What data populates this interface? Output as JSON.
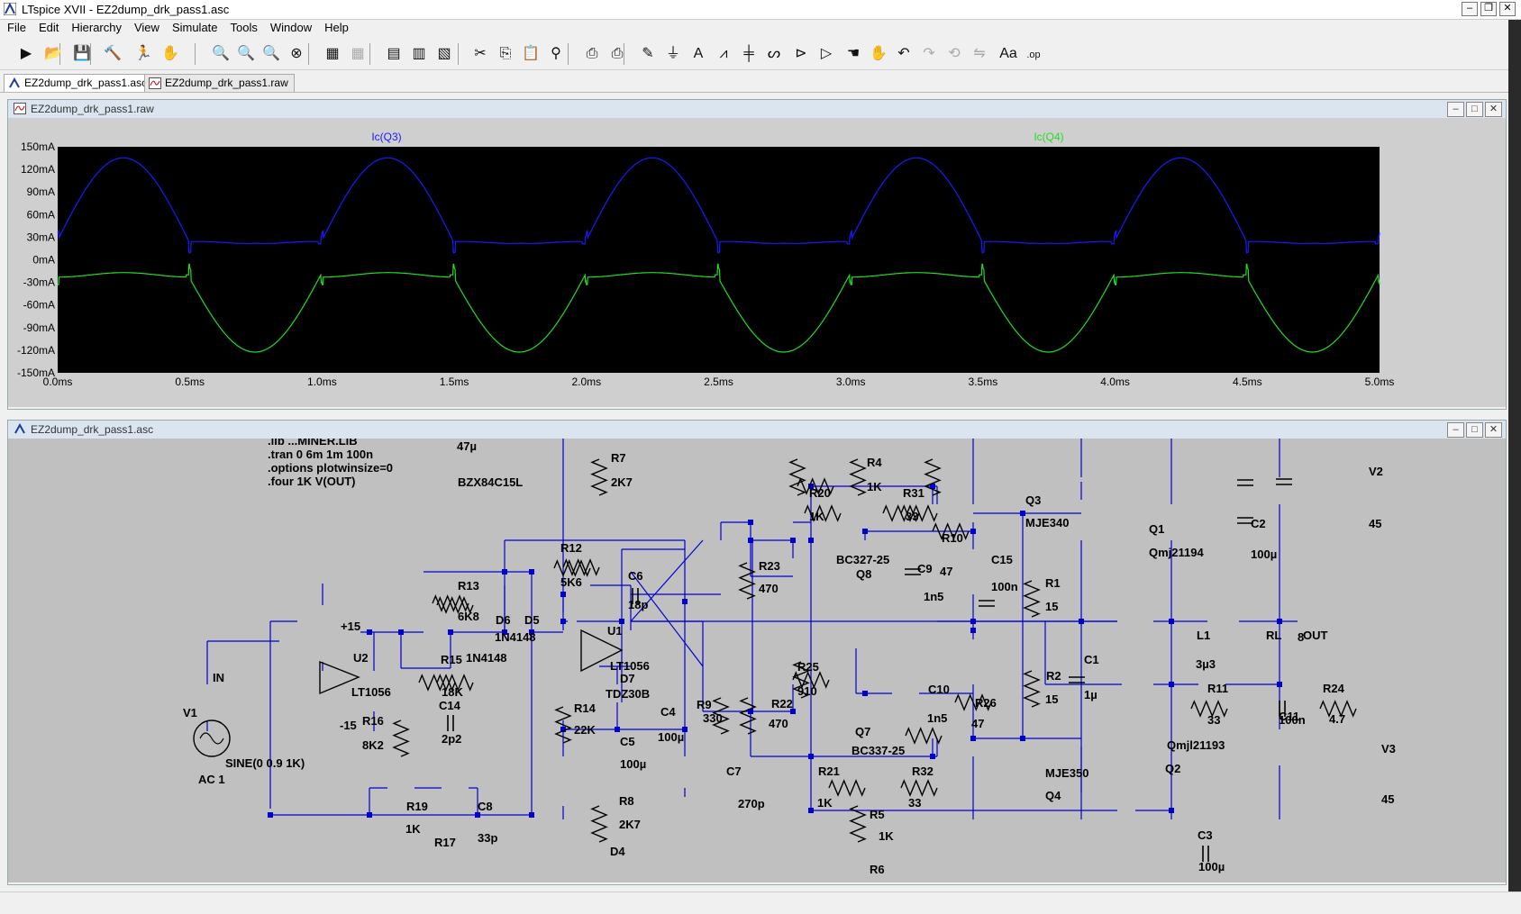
{
  "window": {
    "title": "LTspice XVII - EZ2dump_drk_pass1.asc"
  },
  "menu": [
    "File",
    "Edit",
    "Hierarchy",
    "View",
    "Simulate",
    "Tools",
    "Window",
    "Help"
  ],
  "toolbar_icons": [
    "run-icon",
    "open-icon",
    "save-icon",
    "control-panel-icon",
    "run-arrow-icon",
    "pan-hand-icon",
    "zoom-in-icon",
    "zoom-area-icon",
    "zoom-out-icon",
    "zoom-cancel-icon",
    "autorange-icon",
    "autorange-dim-icon",
    "tile-horizontal-icon",
    "cascade-icon",
    "tile-vertical-icon",
    "cut-icon",
    "copy-icon",
    "paste-icon",
    "find-icon",
    "print-icon",
    "print-setup-icon",
    "draw-wire-icon",
    "ground-icon",
    "label-net-icon",
    "resistor-icon",
    "capacitor-icon",
    "inductor-icon",
    "diode-icon",
    "component-icon",
    "move-icon",
    "drag-icon",
    "undo-icon",
    "redo-icon",
    "rotate-icon",
    "mirror-icon",
    "text-icon",
    "spice-directive-icon"
  ],
  "tabs": [
    {
      "label": "EZ2dump_drk_pass1.asc",
      "active": true
    },
    {
      "label": "EZ2dump_drk_pass1.raw",
      "active": false
    }
  ],
  "plot_window": {
    "title": "EZ2dump_drk_pass1.raw"
  },
  "schematic_window": {
    "title": "EZ2dump_drk_pass1.asc"
  },
  "colors": {
    "trace_q3": "#1a1aff",
    "trace_q4": "#22dd22",
    "plot_bg": "#000000",
    "wire": "#0000d0",
    "schem_bg": "#c0c0c0"
  },
  "chart_data": {
    "type": "line",
    "x_ticks": [
      "0.0ms",
      "0.5ms",
      "1.0ms",
      "1.5ms",
      "2.0ms",
      "2.5ms",
      "3.0ms",
      "3.5ms",
      "4.0ms",
      "4.5ms",
      "5.0ms"
    ],
    "y_ticks": [
      "150mA",
      "120mA",
      "90mA",
      "60mA",
      "30mA",
      "0mA",
      "-30mA",
      "-60mA",
      "-90mA",
      "-120mA",
      "-150mA"
    ],
    "xlim_ms": [
      0,
      5
    ],
    "ylim_mA": [
      -150,
      150
    ],
    "grid": false,
    "series": [
      {
        "name": "Ic(Q3)",
        "color": "#1a1aff",
        "period_ms": 1,
        "shape": "half-sine + bias",
        "peak_mA": 135,
        "valley_mA": 22,
        "peak_at_ms": 0.25,
        "step_at_ms": 0.5
      },
      {
        "name": "Ic(Q4)",
        "color": "#22dd22",
        "period_ms": 1,
        "shape": "inverted half-sine + bias",
        "peak_mA": -120,
        "valley_mA": -17,
        "peak_at_ms": 0.75,
        "step_at_ms": 0.5
      }
    ]
  },
  "schematic": {
    "directives": [
      ".lib ...MINER.LIB",
      ".tran 0 6m 1m 100n",
      ".options plotwinsize=0",
      ".four 1K V(OUT)"
    ],
    "labels": [
      {
        "t": "47µ"
      },
      {
        "t": "BZX84C15L"
      },
      {
        "t": "R7"
      },
      {
        "t": "2K7"
      },
      {
        "t": "R4"
      },
      {
        "t": "1K"
      },
      {
        "t": "R20"
      },
      {
        "t": "1K"
      },
      {
        "t": "R31"
      },
      {
        "t": "33"
      },
      {
        "t": "Q3"
      },
      {
        "t": "MJE340"
      },
      {
        "t": "Q1"
      },
      {
        "t": "Qmj21194"
      },
      {
        "t": "V2"
      },
      {
        "t": "45"
      },
      {
        "t": "C2"
      },
      {
        "t": "100µ"
      },
      {
        "t": "R12"
      },
      {
        "t": "5K6"
      },
      {
        "t": "R23"
      },
      {
        "t": "470"
      },
      {
        "t": "BC327-25"
      },
      {
        "t": "Q8"
      },
      {
        "t": "C9"
      },
      {
        "t": "1n5"
      },
      {
        "t": "R10"
      },
      {
        "t": "47"
      },
      {
        "t": "C15"
      },
      {
        "t": "100n"
      },
      {
        "t": "R1"
      },
      {
        "t": "15"
      },
      {
        "t": "R13"
      },
      {
        "t": "6K8"
      },
      {
        "t": "C6"
      },
      {
        "t": "18p"
      },
      {
        "t": "D6"
      },
      {
        "t": "D5"
      },
      {
        "t": "1N4148"
      },
      {
        "t": "1N4148"
      },
      {
        "t": "U1"
      },
      {
        "t": "LT1056"
      },
      {
        "t": "+15"
      },
      {
        "t": "U2"
      },
      {
        "t": "LT1056"
      },
      {
        "t": "-15"
      },
      {
        "t": "IN"
      },
      {
        "t": "R15"
      },
      {
        "t": "18K"
      },
      {
        "t": "C14"
      },
      {
        "t": "2p2"
      },
      {
        "t": "D7"
      },
      {
        "t": "TDZ30B"
      },
      {
        "t": "C4"
      },
      {
        "t": "100µ"
      },
      {
        "t": "R25"
      },
      {
        "t": "910"
      },
      {
        "t": "L1"
      },
      {
        "t": "3µ3"
      },
      {
        "t": "OUT"
      },
      {
        "t": "RL"
      },
      {
        "t": "8"
      },
      {
        "t": "C10"
      },
      {
        "t": "1n5"
      },
      {
        "t": "R2"
      },
      {
        "t": "15"
      },
      {
        "t": "C1"
      },
      {
        "t": "1µ"
      },
      {
        "t": "R11"
      },
      {
        "t": "33"
      },
      {
        "t": "C11"
      },
      {
        "t": "100n"
      },
      {
        "t": "R24"
      },
      {
        "t": "4.7"
      },
      {
        "t": "V1"
      },
      {
        "t": "R16"
      },
      {
        "t": "8K2"
      },
      {
        "t": "R14"
      },
      {
        "t": "22K"
      },
      {
        "t": "R9"
      },
      {
        "t": "330"
      },
      {
        "t": "R22"
      },
      {
        "t": "470"
      },
      {
        "t": "Q7"
      },
      {
        "t": "BC337-25"
      },
      {
        "t": "R26"
      },
      {
        "t": "47"
      },
      {
        "t": "C5"
      },
      {
        "t": "100µ"
      },
      {
        "t": "SINE(0 0.9 1K)"
      },
      {
        "t": "AC 1"
      },
      {
        "t": "Qmjl21193"
      },
      {
        "t": "Q2"
      },
      {
        "t": "V3"
      },
      {
        "t": "45"
      },
      {
        "t": "C7"
      },
      {
        "t": "270p"
      },
      {
        "t": "R21"
      },
      {
        "t": "1K"
      },
      {
        "t": "R32"
      },
      {
        "t": "33"
      },
      {
        "t": "MJE350"
      },
      {
        "t": "Q4"
      },
      {
        "t": "R8"
      },
      {
        "t": "2K7"
      },
      {
        "t": "R19"
      },
      {
        "t": "1K"
      },
      {
        "t": "C8"
      },
      {
        "t": "33p"
      },
      {
        "t": "R5"
      },
      {
        "t": "1K"
      },
      {
        "t": "R17"
      },
      {
        "t": "D4"
      },
      {
        "t": "C3"
      },
      {
        "t": "100µ"
      },
      {
        "t": "R6"
      }
    ]
  }
}
